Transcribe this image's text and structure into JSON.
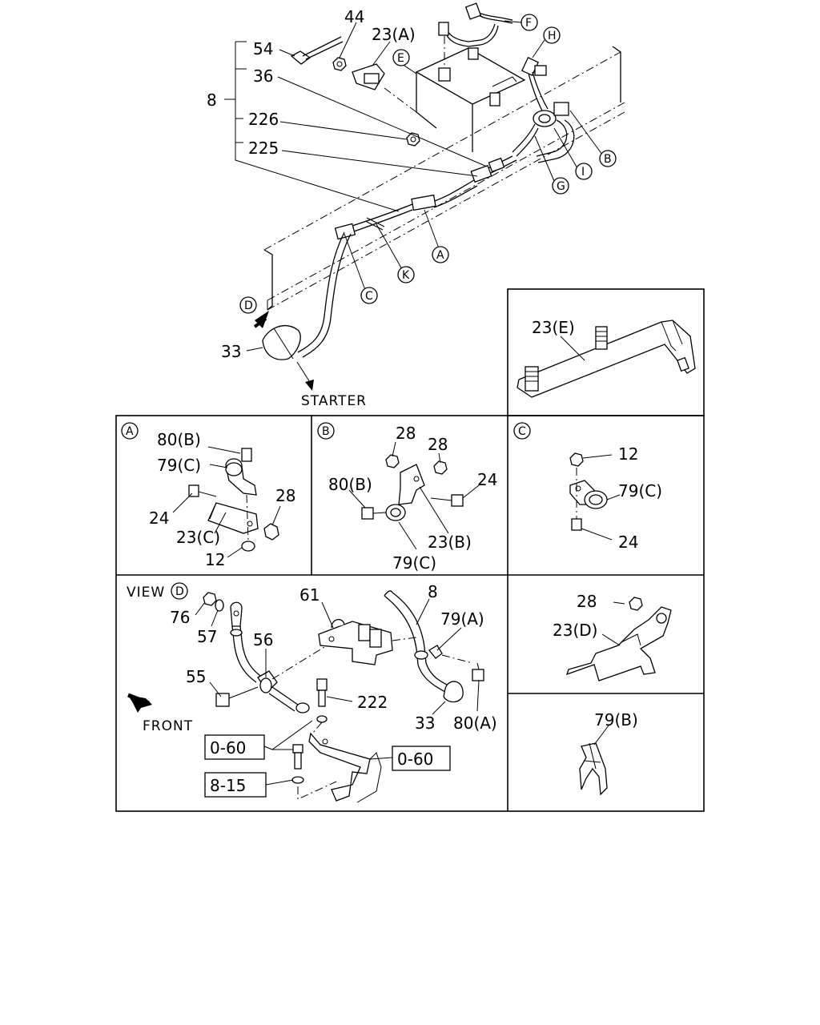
{
  "main": {
    "parts": {
      "p44": "44",
      "p23a": "23(A)",
      "p54": "54",
      "p36": "36",
      "p8": "8",
      "p226": "226",
      "p225": "225",
      "p33": "33"
    },
    "callouts": {
      "A": "A",
      "B": "B",
      "C": "C",
      "D": "D",
      "E": "E",
      "F": "F",
      "G": "G",
      "H": "H",
      "I": "I",
      "K": "K"
    },
    "starter": "STARTER"
  },
  "detail_e": {
    "title": "23(E)"
  },
  "detail_a": {
    "marker": "A",
    "labels": {
      "p80b": "80(B)",
      "p79c": "79(C)",
      "p24": "24",
      "p28": "28",
      "p23c": "23(C)",
      "p12": "12"
    }
  },
  "detail_b": {
    "marker": "B",
    "labels": {
      "p28a": "28",
      "p28b": "28",
      "p80b": "80(B)",
      "p24": "24",
      "p23b": "23(B)",
      "p79c": "79(C)"
    }
  },
  "detail_c": {
    "marker": "C",
    "labels": {
      "p12": "12",
      "p79c": "79(C)",
      "p24": "24"
    }
  },
  "view_d": {
    "heading": "VIEW",
    "marker": "D",
    "labels": {
      "p76": "76",
      "p57": "57",
      "p56": "56",
      "p61": "61",
      "p8": "8",
      "p79a": "79(A)",
      "p55": "55",
      "p222": "222",
      "p33": "33",
      "p80a": "80(A)",
      "front": "FRONT"
    },
    "refs": {
      "r1": "0-60",
      "r2": "0-60",
      "r3": "8-15"
    }
  },
  "detail_d": {
    "labels": {
      "p28": "28",
      "p23d": "23(D)"
    }
  },
  "detail_79b": {
    "label": "79(B)"
  }
}
